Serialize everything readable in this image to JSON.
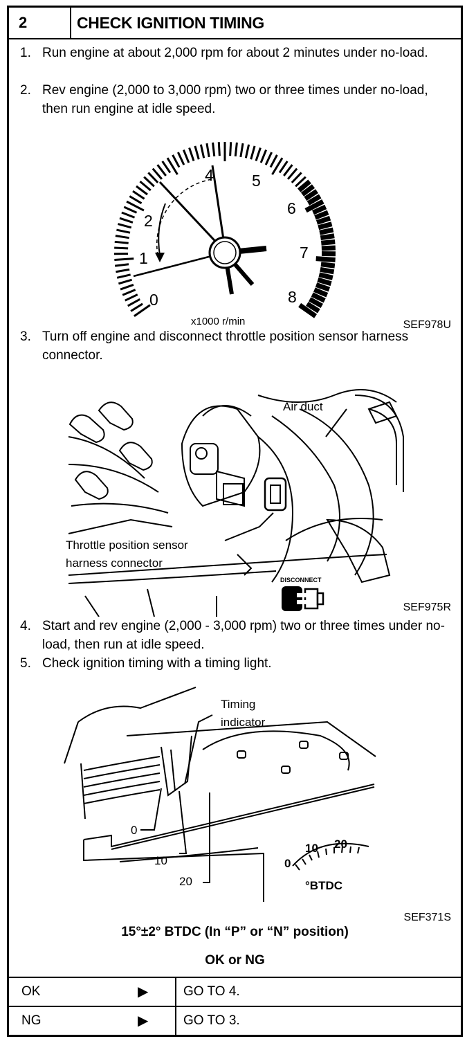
{
  "header": {
    "step_number": "2",
    "title": "CHECK IGNITION TIMING"
  },
  "instructions": [
    {
      "num": "1.",
      "text": "Run engine at about 2,000 rpm for about 2 minutes under no-load."
    },
    {
      "num": "2.",
      "text": "Rev engine (2,000 to 3,000 rpm) two or three times under no-load, then run engine at idle speed."
    },
    {
      "num": "3.",
      "text": "Turn off engine and disconnect throttle position sensor harness connector."
    },
    {
      "num": "4.",
      "text": "Start and rev engine (2,000 - 3,000 rpm) two or three times under no-load, then run at idle speed."
    },
    {
      "num": "5.",
      "text": "Check ignition timing with a timing light."
    }
  ],
  "figures": {
    "tachometer": {
      "code": "SEF978U",
      "unit": "x1000 r/min",
      "scale": [
        "0",
        "1",
        "2",
        "4",
        "5",
        "6",
        "7",
        "8"
      ]
    },
    "connector": {
      "code": "SEF975R",
      "air_duct": "Air duct",
      "tps_label_1": "Throttle position sensor",
      "tps_label_2": "harness connector",
      "disconnect": "DISCONNECT"
    },
    "timing": {
      "code": "SEF371S",
      "indicator_1": "Timing",
      "indicator_2": "indicator",
      "mark_0": "0",
      "mark_10": "10",
      "mark_20": "20",
      "scale_0": "0",
      "scale_10": "10",
      "scale_20": "20",
      "btdc": "°BTDC"
    }
  },
  "spec": "15°±2° BTDC (In “P” or “N” position)",
  "result_prompt": "OK or NG",
  "results": [
    {
      "key": "OK",
      "action": "GO TO 4."
    },
    {
      "key": "NG",
      "action": "GO TO 3."
    }
  ]
}
